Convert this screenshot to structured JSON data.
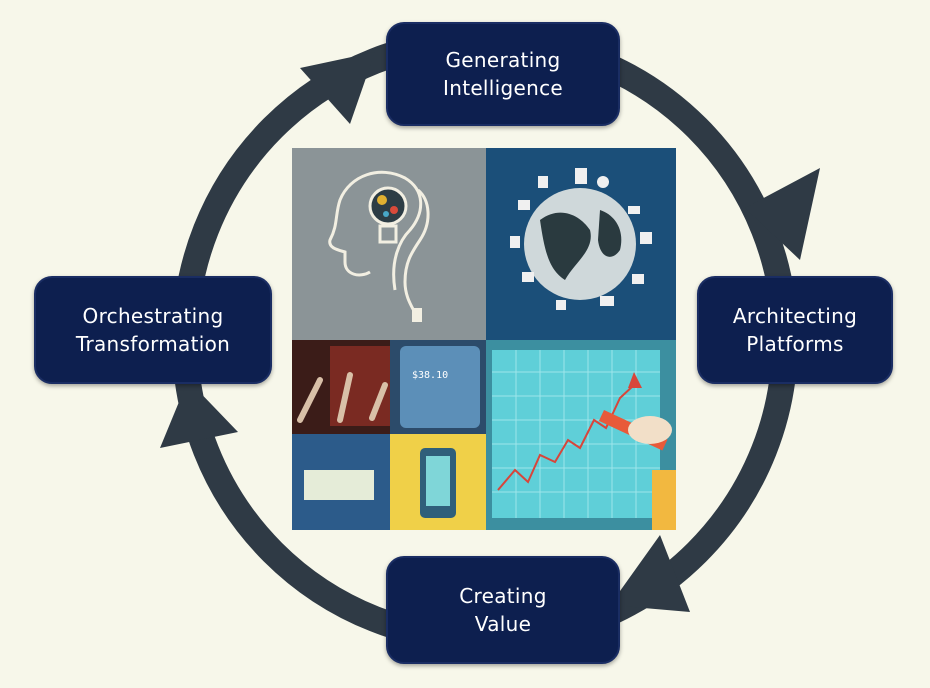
{
  "diagram": {
    "steps": [
      {
        "id": "top",
        "line1": "Generating",
        "line2": "Intelligence"
      },
      {
        "id": "right",
        "line1": "Architecting",
        "line2": "Platforms"
      },
      {
        "id": "bottom",
        "line1": "Creating",
        "line2": "Value"
      },
      {
        "id": "left",
        "line1": "Orchestrating",
        "line2": "Transformation"
      }
    ],
    "images": [
      "lightbulb-head-icon",
      "globe-devices-icon",
      "trading-finance-icon",
      "growth-chart-icon"
    ],
    "colors": {
      "background": "#f7f7ea",
      "ring": "#2f3a45",
      "box": "#0d1f4f",
      "box_text": "#ffffff"
    }
  }
}
